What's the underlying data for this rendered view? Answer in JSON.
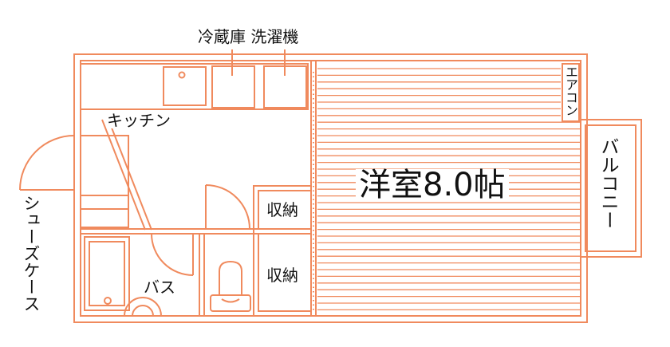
{
  "colors": {
    "wall": "#f08a5d",
    "text": "#111111",
    "background": "#ffffff"
  },
  "labels": {
    "appliances": "冷蔵庫 洗濯機",
    "kitchen": "キッチン",
    "western_room": "洋室8.0帖",
    "aircon": "エアコン",
    "balcony": "バルコニー",
    "shoe_case": "シューズケース",
    "storage_upper": "収納",
    "storage_lower": "収納",
    "bath": "バス"
  }
}
